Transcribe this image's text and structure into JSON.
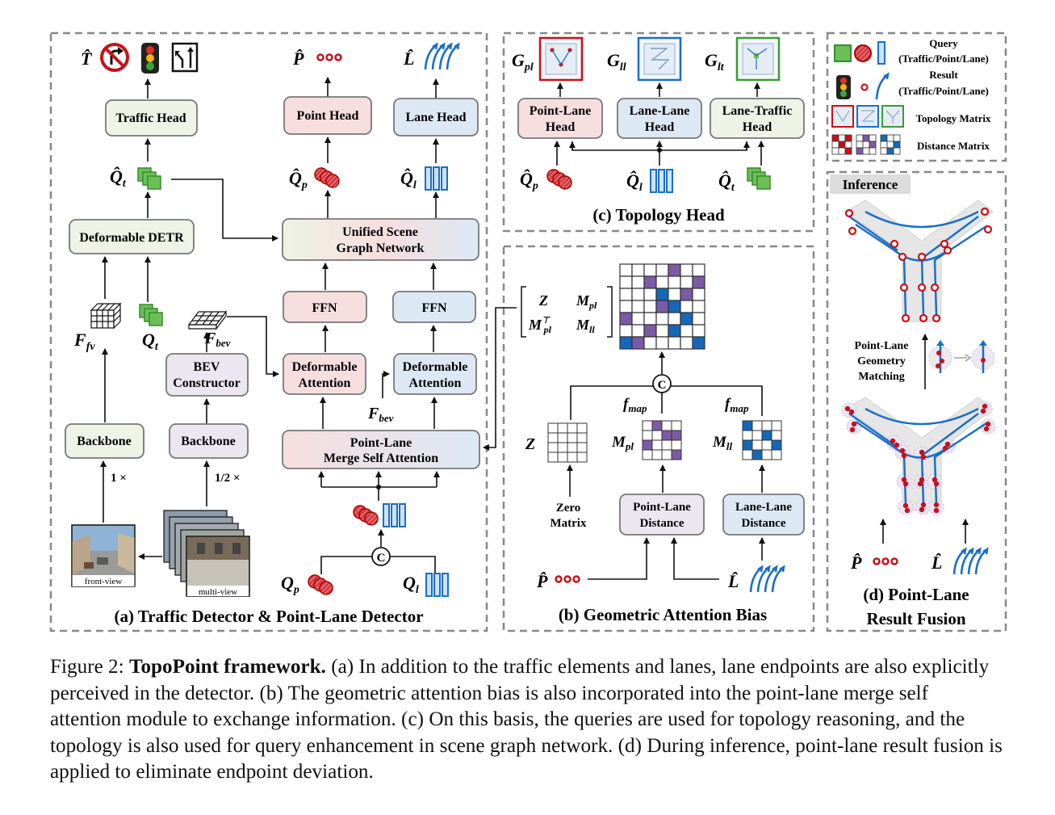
{
  "panel_a": {
    "title": "(a) Traffic Detector & Point-Lane Detector",
    "traffic_head": "Traffic Head",
    "point_head": "Point Head",
    "lane_head": "Lane Head",
    "deformable_detr": "Deformable DETR",
    "unified_line1": "Unified Scene",
    "unified_line2": "Graph Network",
    "ffn": "FFN",
    "deform_line1": "Deformable",
    "deform_line2": "Attention",
    "bev_line1": "BEV",
    "bev_line2": "Constructor",
    "backbone": "Backbone",
    "merge_line1": "Point-Lane",
    "merge_line2": "Merge Self Attention",
    "scale_1": "1 ×",
    "scale_half": "1/2 ×",
    "front_view": "front-view",
    "multi_view": "multi-view",
    "sym_T": "T̂",
    "sym_P": "P̂",
    "sym_L": "L̂",
    "sym_Qt_hat": "Q̂",
    "sub_t": "t",
    "sub_p": "p",
    "sub_l": "l",
    "sym_Qp_hat": "Q̂",
    "sym_Ql_hat": "Q̂",
    "sym_F": "F",
    "sub_fv": "fv",
    "sub_bev": "bev",
    "sym_Q": "Q",
    "concat": "C"
  },
  "panel_b": {
    "title": "(b) Geometric Attention Bias",
    "Z": "Z",
    "M": "M",
    "sub_pl": "pl",
    "sub_ll": "ll",
    "top": "⊤",
    "f": "f",
    "sub_map": "map",
    "zero_line1": "Zero",
    "zero_line2": "Matrix",
    "pld_line1": "Point-Lane",
    "pld_line2": "Distance",
    "lld_line1": "Lane-Lane",
    "lld_line2": "Distance",
    "sym_P": "P̂",
    "sym_L": "L̂",
    "concat": "C"
  },
  "panel_c": {
    "title": "(c) Topology Head",
    "G": "G",
    "sub_pl": "pl",
    "sub_ll": "ll",
    "sub_lt": "lt",
    "plh_line1": "Point-Lane",
    "plh_line2": "Head",
    "llh_line1": "Lane-Lane",
    "llh_line2": "Head",
    "lth_line1": "Lane-Traffic",
    "lth_line2": "Head",
    "sym_Q": "Q̂",
    "sub_p": "p",
    "sub_l": "l",
    "sub_t": "t"
  },
  "legend": {
    "query_line1": "Query",
    "query_line2": "(Traffic/Point/Lane)",
    "result_line1": "Result",
    "result_line2": "(Traffic/Point/Lane)",
    "topology": "Topology Matrix",
    "distance": "Distance Matrix"
  },
  "panel_d": {
    "inference": "Inference",
    "matching_line1": "Point-Lane",
    "matching_line2": "Geometry",
    "matching_line3": "Matching",
    "title_line1": "(d) Point-Lane",
    "title_line2": "Result Fusion",
    "sym_P": "P̂",
    "sym_L": "L̂"
  },
  "colors": {
    "green_fill": "#eef3e6",
    "pink_fill": "#f7dede",
    "blue_fill": "#dde8f5",
    "lavender_fill": "#ece6f1",
    "red": "#c8101a",
    "green": "#3a9b36",
    "blue": "#1a6fc4",
    "purple": "#7b5aa6",
    "matrix_blue": "#1468b8"
  },
  "caption": {
    "prefix": "Figure 2: ",
    "bold": "TopoPoint framework.",
    "text": " (a) In addition to the traffic elements and lanes, lane endpoints are also explicitly perceived in the detector. (b) The geometric attention bias is also incorporated into the point-lane merge self attention module to exchange information. (c) On this basis, the queries are used for topology reasoning, and the topology is also used for query enhancement in scene graph network. (d) During inference, point-lane result fusion is applied to eliminate endpoint deviation."
  }
}
